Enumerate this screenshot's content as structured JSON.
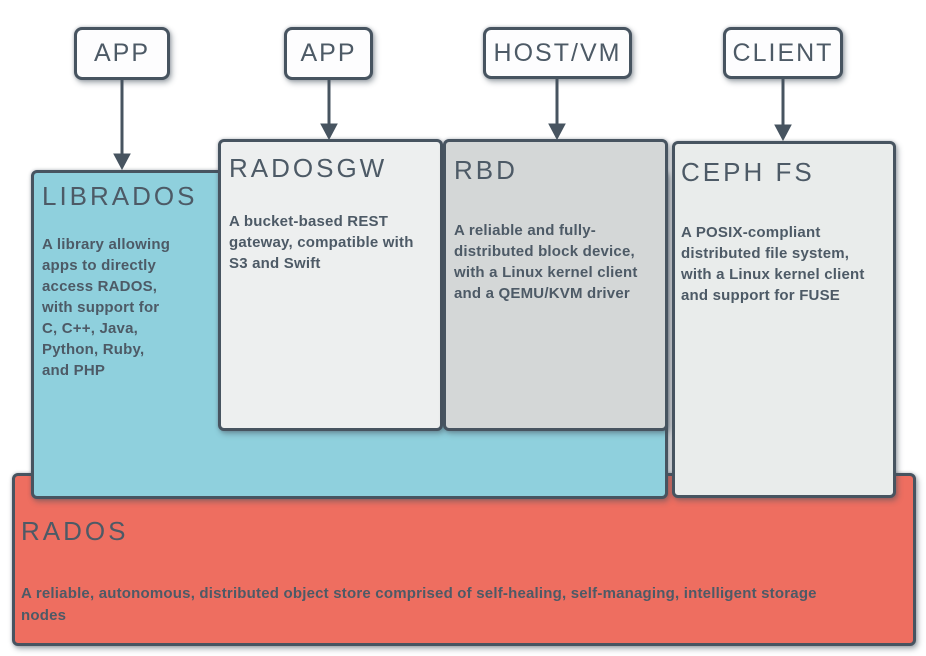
{
  "diagram": {
    "background": "#ffffff",
    "top_nodes": [
      {
        "id": "app-1",
        "label": "APP"
      },
      {
        "id": "app-2",
        "label": "APP"
      },
      {
        "id": "host-vm",
        "label": "HOST/VM"
      },
      {
        "id": "client",
        "label": "CLIENT"
      }
    ],
    "arrows": [
      {
        "from": "app-1",
        "to": "librados"
      },
      {
        "from": "app-2",
        "to": "radosgw"
      },
      {
        "from": "host-vm",
        "to": "rbd"
      },
      {
        "from": "client",
        "to": "cephfs"
      }
    ],
    "layers": {
      "librados": {
        "title": "LIBRADOS",
        "body": "A library allowing\napps to directly\naccess RADOS,\nwith support for\nC, C++, Java,\nPython, Ruby,\nand PHP",
        "fill": "#8fd0dd"
      },
      "radosgw": {
        "title": "RADOSGW",
        "body": "A bucket-based REST\ngateway, compatible with\nS3 and Swift",
        "fill": "#edefef"
      },
      "rbd": {
        "title": "RBD",
        "body": "A reliable and fully-\ndistributed block device,\nwith a Linux kernel client\nand a QEMU/KVM driver",
        "fill": "#d4d7d7"
      },
      "cephfs": {
        "title": "CEPH FS",
        "body": "A POSIX-compliant\ndistributed file system,\nwith a Linux kernel client\nand support for FUSE",
        "fill": "#e9eceb"
      },
      "rados": {
        "title": "RADOS",
        "body": "A reliable, autonomous, distributed object store comprised of self-healing, self-managing, intelligent storage\nnodes",
        "fill": "#ee6e60"
      }
    },
    "colors": {
      "outline": "#475460",
      "text": "#4d5a66",
      "node_fill": "#fdfdfe",
      "librados_fill": "#8fd0dd",
      "radosgw_fill": "#edefef",
      "rbd_fill": "#d4d7d7",
      "cephfs_fill": "#e9eceb",
      "rados_fill": "#ee6e60"
    }
  }
}
